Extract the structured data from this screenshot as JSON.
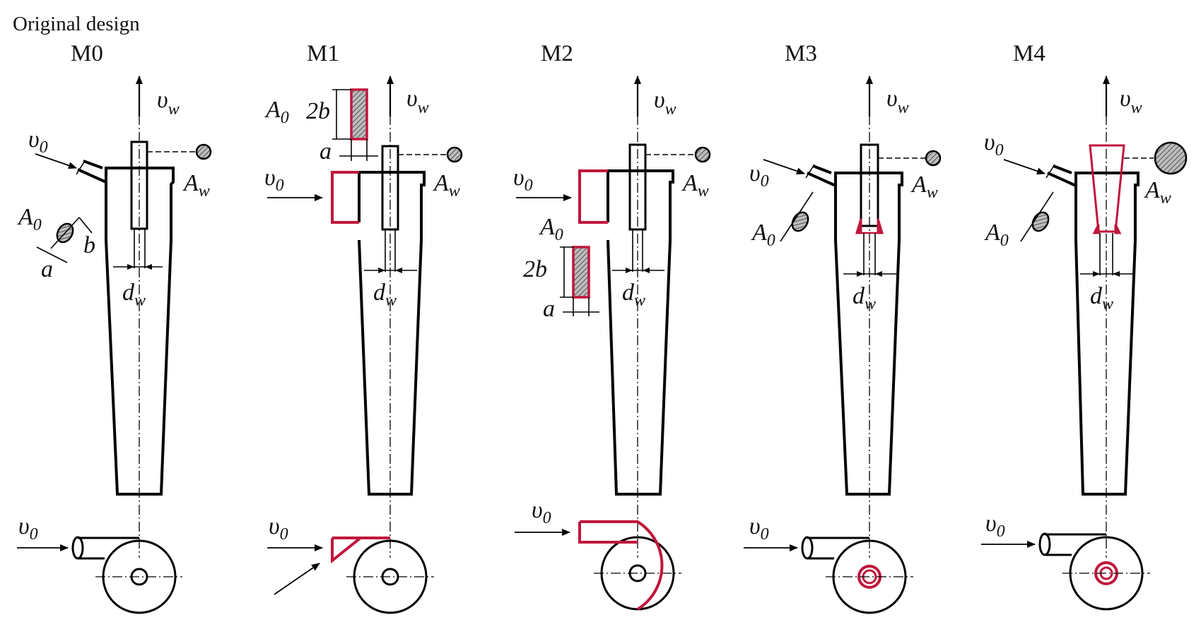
{
  "caption": "Original design",
  "models": [
    {
      "id": "M0",
      "label": "M0"
    },
    {
      "id": "M1",
      "label": "M1"
    },
    {
      "id": "M2",
      "label": "M2"
    },
    {
      "id": "M3",
      "label": "M3"
    },
    {
      "id": "M4",
      "label": "M4"
    }
  ],
  "symbols": {
    "v_main": "υ",
    "w_sub": "w",
    "zero_sub": "0",
    "A": "A",
    "d": "d",
    "a": "a",
    "b": "b",
    "two_b": "2b"
  },
  "colors": {
    "outline": "#000000",
    "modified": "#c0163c"
  }
}
